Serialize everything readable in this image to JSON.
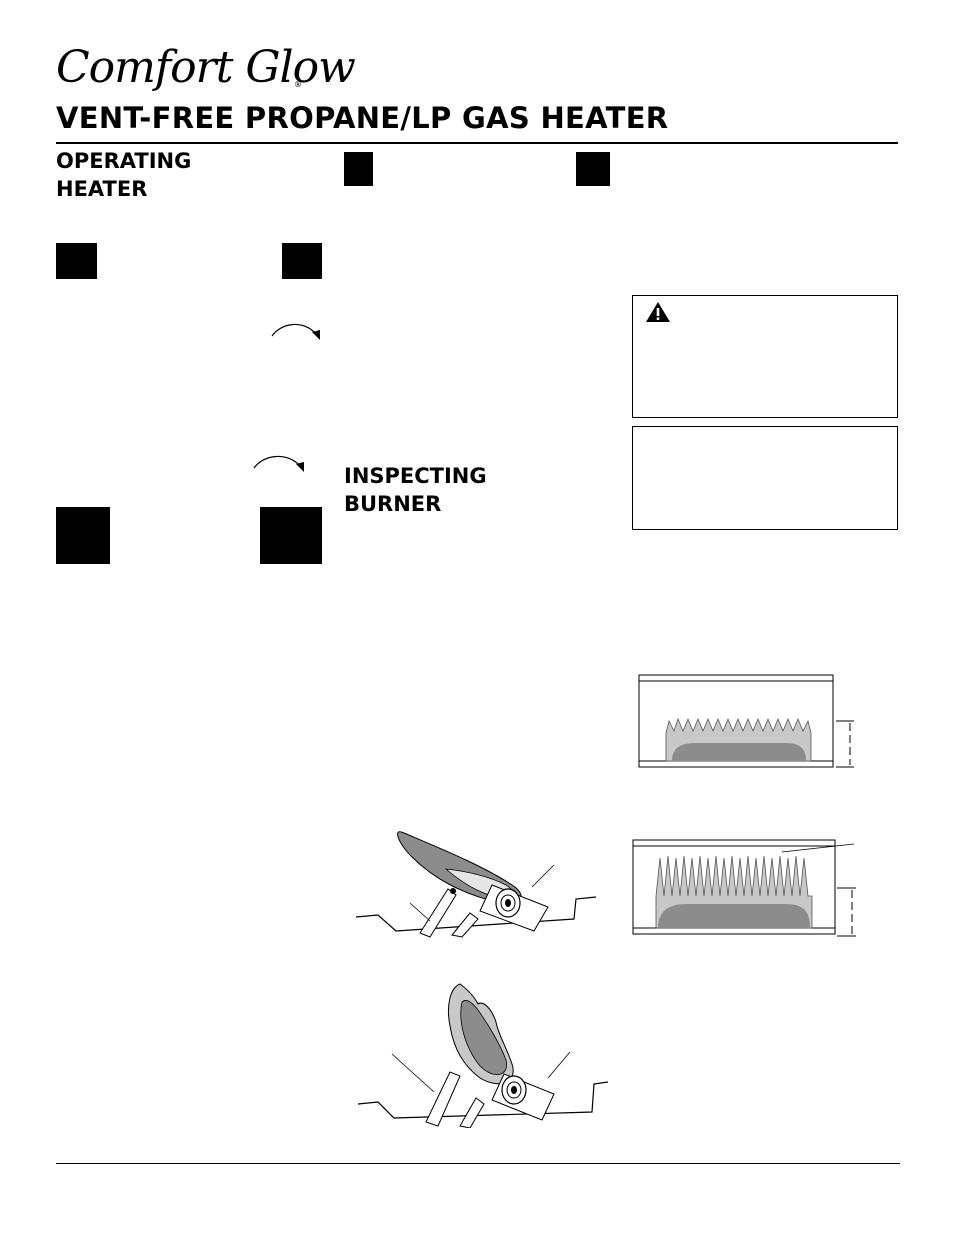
{
  "brand": {
    "name": "Comfort Glow",
    "registered_mark": "®"
  },
  "title": "VENT-FREE PROPANE/LP GAS HEATER",
  "sections": {
    "operating": {
      "line1": "OPERATING",
      "line2": "HEATER"
    },
    "inspecting": {
      "line1": "INSPECTING",
      "line2": "BURNER"
    }
  },
  "icons": {
    "warning": "warning-triangle-icon",
    "arrow_top": "clockwise-arrow-icon",
    "arrow_bottom": "clockwise-arrow-icon"
  },
  "colors": {
    "ink": "#000000",
    "flame_dark": "#8c8c8c",
    "flame_light": "#c8c8c8",
    "paper": "#ffffff"
  }
}
